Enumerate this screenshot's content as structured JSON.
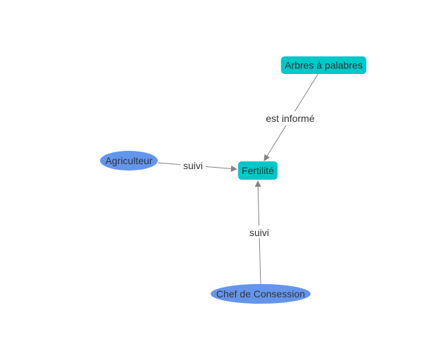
{
  "graph": {
    "nodes": {
      "arbres": {
        "label": "Arbres à palabres",
        "shape": "box",
        "color": "#00c8c8"
      },
      "fertilite": {
        "label": "Fertilité",
        "shape": "box",
        "color": "#00c8c8"
      },
      "agriculteur": {
        "label": "Agriculteur",
        "shape": "ellipse",
        "color": "#6495ed"
      },
      "chef": {
        "label": "Chef de Consession",
        "shape": "ellipse",
        "color": "#6495ed"
      }
    },
    "edges": [
      {
        "from": "arbres",
        "to": "fertilite",
        "label": "est informé"
      },
      {
        "from": "agriculteur",
        "to": "fertilite",
        "label": "suivi"
      },
      {
        "from": "chef",
        "to": "fertilite",
        "label": "suivi"
      }
    ],
    "edge_color": "#848484"
  }
}
